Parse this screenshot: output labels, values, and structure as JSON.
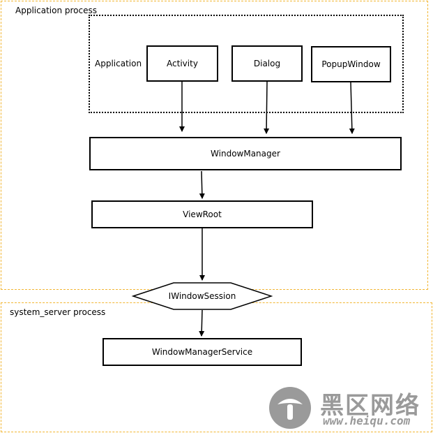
{
  "regions": {
    "app_process": "Application process",
    "system_process": "system_server process"
  },
  "app_group_label": "Application",
  "nodes": {
    "activity": "Activity",
    "dialog": "Dialog",
    "popup_window": "PopupWindow",
    "window_manager": "WindowManager",
    "view_root": "ViewRoot",
    "iwindow_session": "IWindowSession",
    "window_manager_service": "WindowManagerService"
  },
  "watermark": {
    "title": "黑区网络",
    "url": "www.heiqu.com",
    "color": "#9a9a9a"
  },
  "colors": {
    "region_border": "#f2b632",
    "line": "#000000"
  }
}
